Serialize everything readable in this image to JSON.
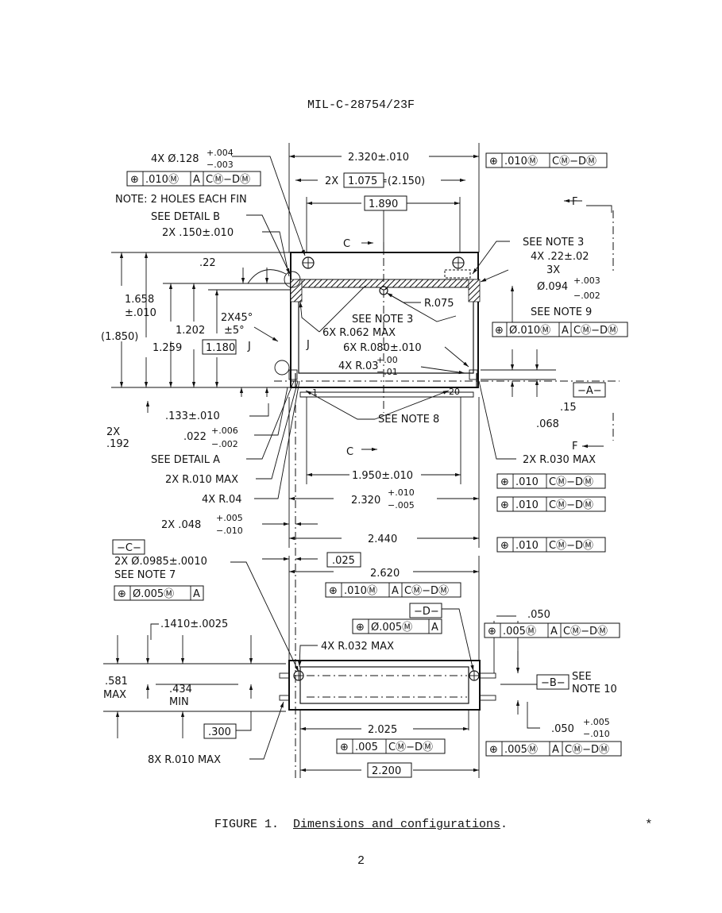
{
  "header": {
    "doc_number": "MIL-C-28754/23F"
  },
  "figure": {
    "caption_prefix": "FIGURE 1.",
    "caption_title": "Dimensions and configurations",
    "caption_suffix": ".",
    "change_mark": "*",
    "page_number": "2"
  },
  "top_view": {
    "hole_note_1": "4X Ø.128",
    "hole_tol_plus": "+.004",
    "hole_tol_minus": "−.003",
    "fcf_holes": [
      "⊕",
      ".010Ⓜ",
      "A",
      "CⓂ−DⓂ"
    ],
    "note_holes": "NOTE: 2 HOLES EACH FIN",
    "see_detail_b": "SEE DETAIL B",
    "dim_150": "2X .150±.010",
    "dim_22": ".22",
    "dim_1658": "1.658",
    "dim_1658_tol": "±.010",
    "dim_1850": "(1.850)",
    "dim_1202": "1.202",
    "dim_1259": "1.259",
    "dim_1180": "1.180",
    "dim_2x45": "2X45°",
    "dim_2x45_tol": "±5°",
    "label_j1": "J",
    "label_j2": "J",
    "dim_2320_top": "2.320±.010",
    "dim_2x1075": "2X",
    "dim_1075": "1.075",
    "dim_2150": "=(2.150)",
    "dim_1890": "1.890",
    "fcf_top_right": [
      "⊕",
      ".010Ⓜ",
      "CⓂ−DⓂ"
    ],
    "label_f_top": "F",
    "label_c_top": "C",
    "see_note_3_top": "SEE NOTE 3",
    "dim_4x22": "4X .22±.02",
    "dim_3x": "3X",
    "dim_094": "Ø.094",
    "dim_094_plus": "+.003",
    "dim_094_minus": "−.002",
    "see_note_9": "SEE NOTE 9",
    "fcf_note9": [
      "⊕",
      "Ø.010Ⓜ",
      "A",
      "CⓂ−DⓂ"
    ],
    "dim_r075": "R.075",
    "see_note_3_mid": "SEE NOTE 3",
    "dim_6x_r062": "6X R.062 MAX",
    "dim_6x_r080": "6X R.080±.010",
    "dim_4x_r03": "4X R.03",
    "dim_r03_plus": "+.00",
    "dim_r03_minus": "−.01",
    "datum_a": "−A−",
    "dim_15": ".15",
    "dim_068": ".068",
    "pin_1": "1",
    "pin_20": "20",
    "dim_133": ".133±.010",
    "dim_2x192_a": "2X",
    "dim_2x192_b": ".192",
    "dim_022": ".022",
    "dim_022_plus": "+.006",
    "dim_022_minus": "−.002",
    "see_note_8": "SEE NOTE 8",
    "see_detail_a": "SEE DETAIL A",
    "label_c_bottom": "C",
    "label_f_bottom": "F",
    "dim_2x_r030": "2X R.030 MAX",
    "dim_2x_r010": "2X R.010 MAX",
    "dim_4x_r04": "4X R.04",
    "dim_1950": "1.950±.010",
    "fcf_1950": [
      "⊕",
      ".010",
      "CⓂ−DⓂ"
    ],
    "dim_2320_b": "2.320",
    "dim_2320_plus": "+.010",
    "dim_2320_minus": "−.005",
    "fcf_2320": [
      "⊕",
      ".010",
      "CⓂ−DⓂ"
    ],
    "dim_048": "2X .048",
    "dim_048_plus": "+.005",
    "dim_048_minus": "−.010",
    "dim_2440": "2.440",
    "fcf_2440": [
      "⊕",
      ".010",
      "CⓂ−DⓂ"
    ]
  },
  "side_view": {
    "datum_c": "−C−",
    "dim_0985": "2X Ø.0985±.0010",
    "see_note_7": "SEE NOTE 7",
    "fcf_note7": [
      "⊕",
      "Ø.005Ⓜ",
      "A"
    ],
    "dim_025": ".025",
    "dim_2620": "2.620",
    "fcf_2620": [
      "⊕",
      ".010Ⓜ",
      "A",
      "CⓂ−DⓂ"
    ],
    "datum_d": "−D−",
    "fcf_d": [
      "⊕",
      "Ø.005Ⓜ",
      "A"
    ],
    "dim_050_top": ".050",
    "fcf_050": [
      "⊕",
      ".005Ⓜ",
      "A",
      "CⓂ−DⓂ"
    ],
    "dim_1410": ".1410±.0025",
    "dim_4x_r032": "4X R.032 MAX",
    "dim_581": ".581",
    "dim_581_max": "MAX",
    "dim_434": ".434",
    "dim_434_min": "MIN",
    "datum_b": "−B−",
    "see_note_10_a": "SEE",
    "see_note_10_b": "NOTE 10",
    "dim_300": ".300",
    "dim_2025": "2.025",
    "fcf_2025": [
      "⊕",
      ".005",
      "CⓂ−DⓂ"
    ],
    "dim_050_b": ".050",
    "dim_050_plus": "+.005",
    "dim_050_minus": "−.010",
    "fcf_bottom_right": [
      "⊕",
      ".005Ⓜ",
      "A",
      "CⓂ−DⓂ"
    ],
    "dim_8x_r010": "8X R.010 MAX",
    "dim_2200": "2.200"
  }
}
